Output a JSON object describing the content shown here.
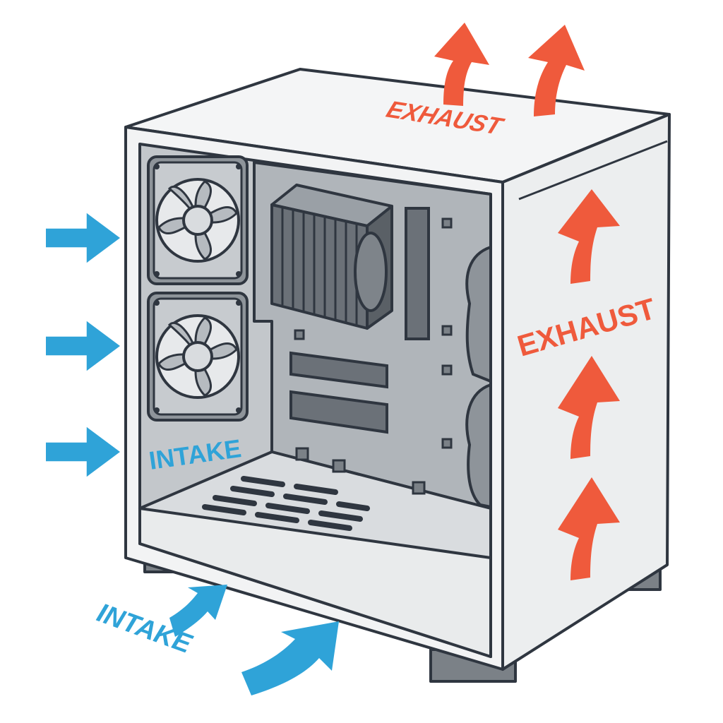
{
  "labels": {
    "exhaust_top": "EXHAUST",
    "exhaust_side": "EXHAUST",
    "intake_inner": "INTAKE",
    "intake_bottom": "INTAKE"
  },
  "colors": {
    "intake": "#2fa3d8",
    "exhaust": "#ef5a3c",
    "outline": "#2f3640",
    "panel": "#f1f2f3",
    "interior": "#b9bdc2",
    "component": "#6b7178"
  },
  "icons": [
    "fan-icon",
    "cpu-cooler-icon",
    "arrow-icon"
  ]
}
